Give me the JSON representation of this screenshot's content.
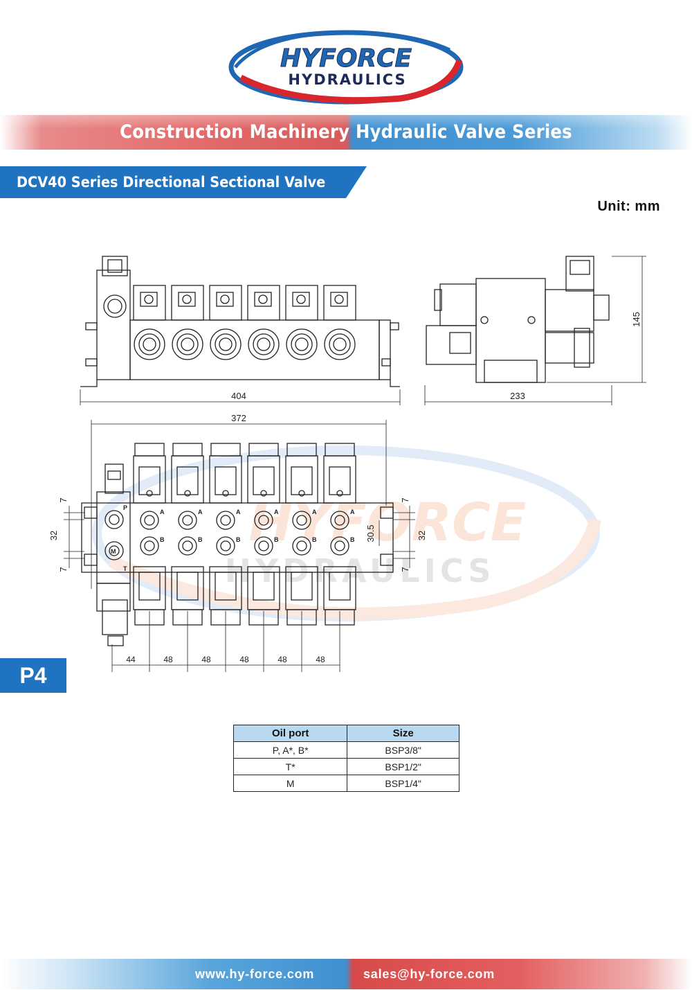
{
  "brand": {
    "line1": "HYFORCE",
    "line2": "HYDRAULICS",
    "colors": {
      "red": "#d8262c",
      "blue": "#1f66b3",
      "navy": "#1c2a5a"
    }
  },
  "series_title": "Construction Machinery Hydraulic Valve Series",
  "product_title": "DCV40 Series Directional Sectional Valve",
  "unit_label": "Unit: mm",
  "drawing": {
    "dim_front_width": "404",
    "dim_side_width": "233",
    "dim_side_height": "145",
    "dim_top_width": "372",
    "dim_left_7_top": "7",
    "dim_left_32": "32",
    "dim_left_7_bottom": "7",
    "dim_right_7_top": "7",
    "dim_right_30_5": "30.5",
    "dim_right_32": "32",
    "dim_right_7_bottom": "7",
    "dim_first_pitch": "44",
    "dim_pitches": [
      "48",
      "48",
      "48",
      "48",
      "48"
    ],
    "port_labels": {
      "p": "P",
      "t": "T",
      "m": "M",
      "a": "A",
      "b": "B"
    },
    "watermark_line1": "HYFORCE",
    "watermark_line2": "HYDRAULICS"
  },
  "page_label": "P4",
  "ports_table": {
    "headers": [
      "Oil port",
      "Size"
    ],
    "rows": [
      [
        "P, A*, B*",
        "BSP3/8\""
      ],
      [
        "T*",
        "BSP1/2\""
      ],
      [
        "M",
        "BSP1/4\""
      ]
    ]
  },
  "footer": {
    "website": "www.hy-force.com",
    "email": "sales@hy-force.com"
  }
}
